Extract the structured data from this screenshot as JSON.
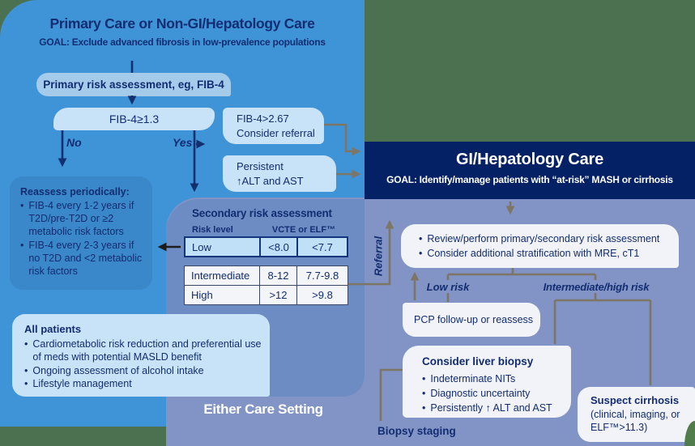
{
  "colors": {
    "background_green": "#4b7150",
    "primary_panel_blue": "#3f94d8",
    "slate_panel": "#8294c5",
    "steel_panel": "#6e8cc4",
    "gi_header_navy": "#042166",
    "navy_text": "#122d72",
    "light_box_blue": "#c8e3f8",
    "primary_assessment_box": "#a5cbeb",
    "reassess_box_blue": "#3a87c9",
    "white_box": "#f1f3f8",
    "low_row_fill": "#bfe0f7",
    "olive_arrow": "#7d7565",
    "black_arrow": "#1c1c1c"
  },
  "left_panel": {
    "title": "Primary Care or Non-GI/Hepatology Care",
    "goal": "GOAL: Exclude advanced fibrosis in low-prevalence populations",
    "primary_box": "Primary risk assessment, eg, FIB-4",
    "fib_box": "FIB-4≥1.3",
    "no_label": "No",
    "yes_label": "Yes",
    "refer_box": {
      "line1": "FIB-4>2.67",
      "line2": "Consider referral"
    },
    "persistent_box": {
      "line1": "Persistent",
      "line2": "↑ALT and AST"
    },
    "reassess": {
      "title": "Reassess periodically:",
      "bullets": [
        "FIB-4 every 1-2 years if T2D/pre-T2D or ≥2 metabolic risk factors",
        "FIB-4 every 2-3 years if no T2D and <2 metabolic risk factors"
      ]
    },
    "all_patients": {
      "title": "All patients",
      "bullets": [
        "Cardiometabolic risk reduction and preferential use of meds with potential MASLD benefit",
        "Ongoing assessment of alcohol intake",
        "Lifestyle management"
      ]
    }
  },
  "secondary": {
    "title": "Secondary risk assessment",
    "col_risk": "Risk level",
    "col_values": "VCTE or ELF™",
    "rows": [
      {
        "level": "Low",
        "vcte": "<8.0",
        "elf": "<7.7"
      },
      {
        "level": "Intermediate",
        "vcte": "8-12",
        "elf": "7.7-9.8"
      },
      {
        "level": "High",
        "vcte": ">12",
        "elf": ">9.8"
      }
    ]
  },
  "either_label": "Either Care Setting",
  "referral_label": "Referral",
  "gi": {
    "title": "GI/Hepatology Care",
    "goal": "GOAL: Identify/manage patients with “at-risk” MASH or cirrhosis",
    "review_bullets": [
      "Review/perform primary/secondary risk assessment",
      "Consider additional stratification with MRE, cT1"
    ],
    "low_risk_label": "Low risk",
    "int_high_label": "Intermediate/high risk",
    "pcp_box": "PCP follow-up or reassess",
    "biopsy_box": {
      "title": "Consider liver biopsy",
      "bullets": [
        "Indeterminate NITs",
        "Diagnostic uncertainty",
        "Persistently ↑ ALT and AST"
      ]
    },
    "suspect_box": {
      "title": "Suspect cirrhosis",
      "subtitle": "(clinical, imaging, or ELF™>11.3)"
    },
    "biopsy_staging_label": "Biopsy staging"
  }
}
